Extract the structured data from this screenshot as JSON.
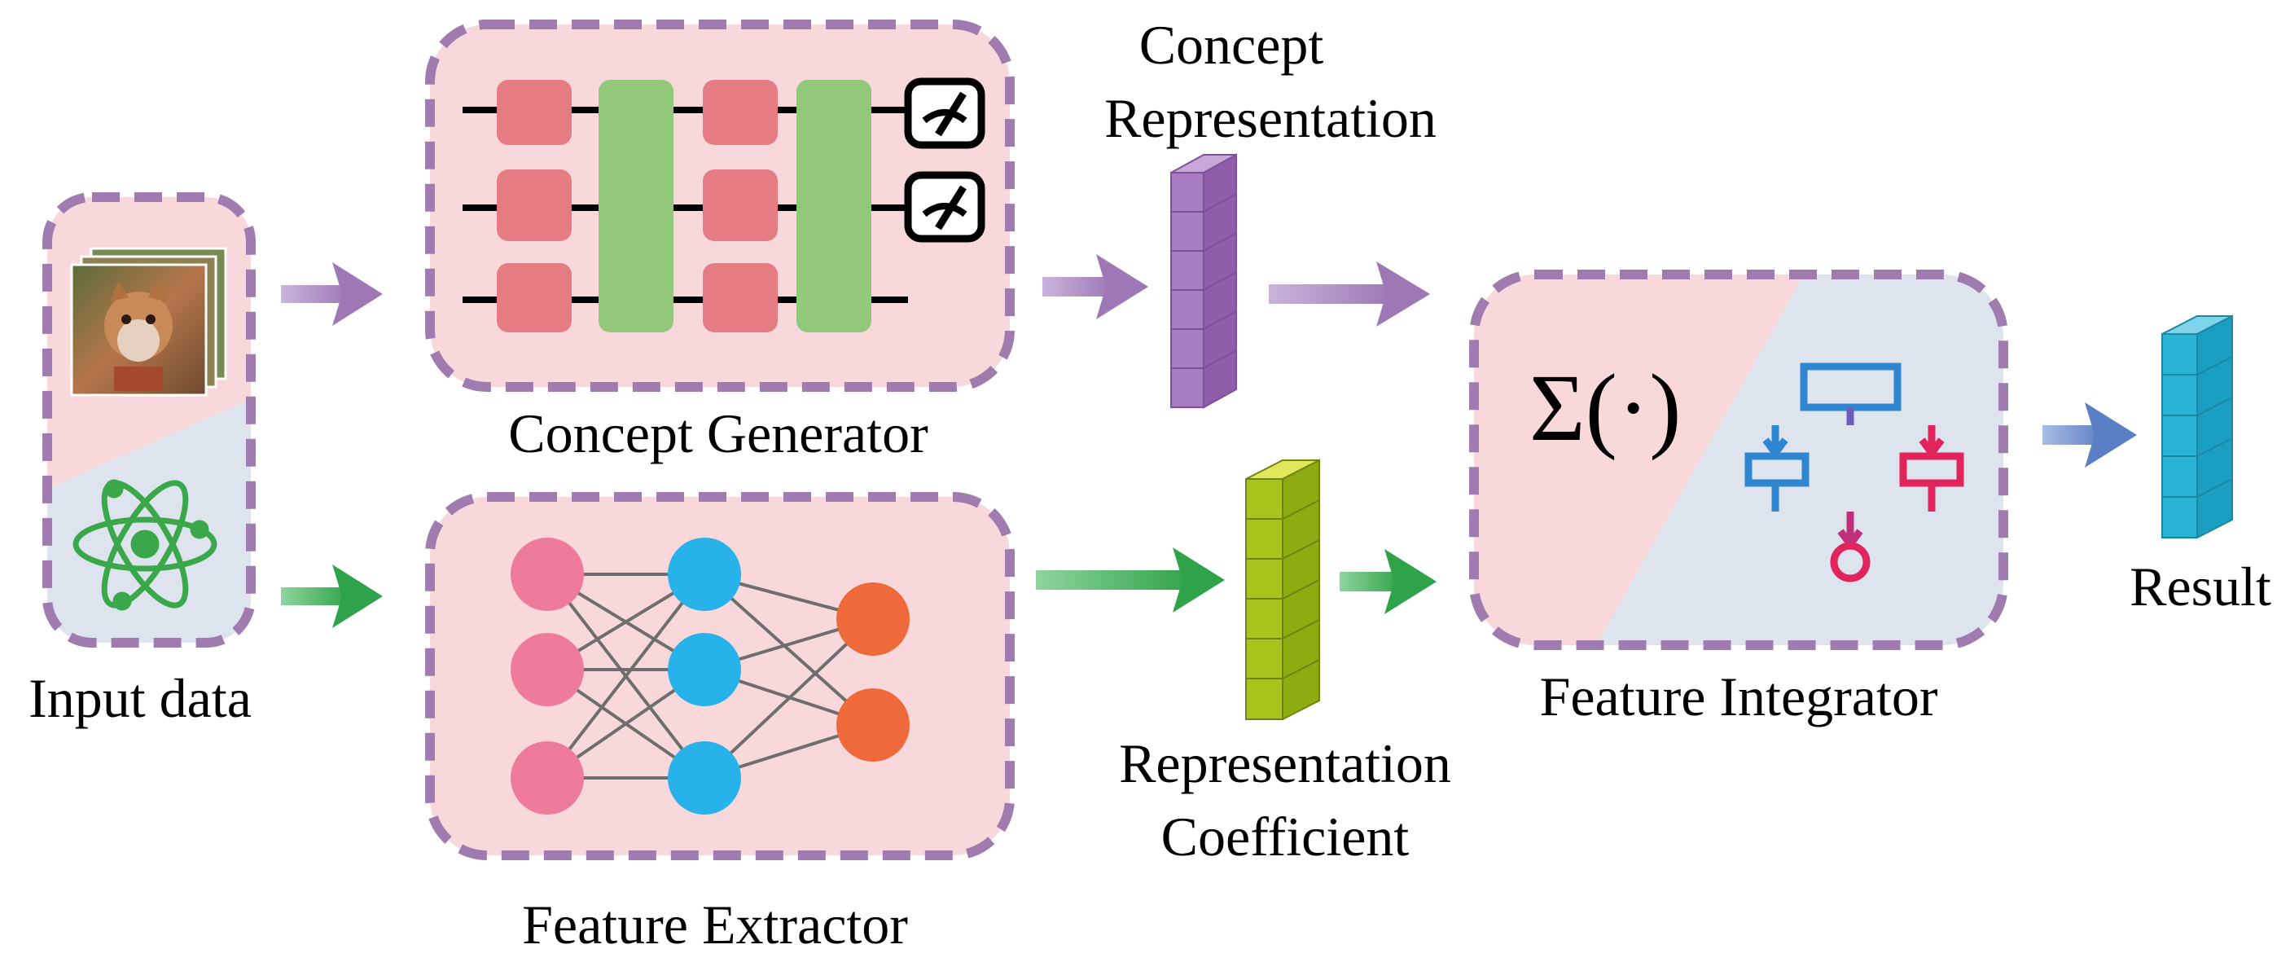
{
  "labels": {
    "input_data": "Input data",
    "concept_generator": "Concept Generator",
    "feature_extractor": "Feature Extractor",
    "concept_representation_line1": "Concept",
    "concept_representation_line2": "Representation",
    "representation_coefficient_line1": "Representation",
    "representation_coefficient_line2": "Coefficient",
    "feature_integrator": "Feature Integrator",
    "result": "Result",
    "sigma_formula": "Σ(·)"
  },
  "colors": {
    "box_border": "#a07bb0",
    "box_fill_pink": "#f8d8da",
    "box_fill_blue": "#dde4ee",
    "arrow_purple": "#9d78b5",
    "arrow_green": "#2fa34a",
    "arrow_blue": "#5b7fc4",
    "gate_red": "#e57c83",
    "gate_green": "#92c87a",
    "node_pink": "#ee7b9c",
    "node_blue": "#27b2ea",
    "node_orange": "#ee6a3a",
    "cube_purple": "#a77cc0",
    "cube_yellowgreen": "#a9c51d",
    "cube_cyan": "#29b4d6",
    "atom_green": "#3aa84a",
    "flow_blue": "#2f86d0",
    "flow_pink": "#e2245d"
  },
  "icons": {
    "input_image": "cat-photo",
    "input_atom": "atom-icon",
    "quantum_gate": "measurement-meter-icon",
    "integrator_flow": "workflow-icon"
  }
}
